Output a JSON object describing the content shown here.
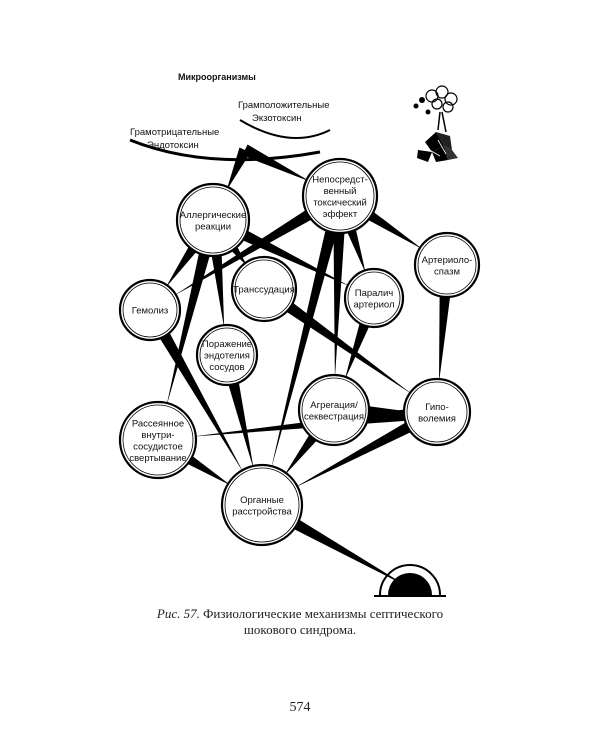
{
  "diagram": {
    "title": "Микроорганизмы",
    "source_labels": {
      "gram_positive": [
        "Грамположительные",
        "Экзотоксин"
      ],
      "gram_negative": [
        "Грамотрицательные",
        "Эндотоксин"
      ]
    },
    "nodes": [
      {
        "id": "direct",
        "lines": [
          "Непосредст-",
          "венный",
          "токсический",
          "эффект"
        ]
      },
      {
        "id": "allergic",
        "lines": [
          "Аллергические",
          "реакции"
        ]
      },
      {
        "id": "arteriolospasm",
        "lines": [
          "Артериоло-",
          "спазм"
        ]
      },
      {
        "id": "hemolysis",
        "lines": [
          "Гемолиз"
        ]
      },
      {
        "id": "transudation",
        "lines": [
          "Транссудация"
        ]
      },
      {
        "id": "paralysis",
        "lines": [
          "Паралич",
          "артериол"
        ]
      },
      {
        "id": "endothelium",
        "lines": [
          "Поражение",
          "эндотелия",
          "сосудов"
        ]
      },
      {
        "id": "aggregation",
        "lines": [
          "Агрегация/",
          "секвестрация"
        ]
      },
      {
        "id": "hypovolemia",
        "lines": [
          "Гипо-",
          "волемия"
        ]
      },
      {
        "id": "dic",
        "lines": [
          "Рассеянное",
          "внутри-",
          "сосудистое",
          "свертывание"
        ]
      },
      {
        "id": "organ",
        "lines": [
          "Органные",
          "расстройства"
        ]
      }
    ],
    "edges": [
      [
        "source",
        "direct"
      ],
      [
        "source",
        "allergic"
      ],
      [
        "source",
        "direct"
      ],
      [
        "allergic",
        "hemolysis"
      ],
      [
        "allergic",
        "transudation"
      ],
      [
        "allergic",
        "endothelium"
      ],
      [
        "allergic",
        "paralysis"
      ],
      [
        "allergic",
        "dic"
      ],
      [
        "direct",
        "arteriolospasm"
      ],
      [
        "direct",
        "organ"
      ],
      [
        "direct",
        "paralysis"
      ],
      [
        "direct",
        "aggregation"
      ],
      [
        "direct",
        "hemolysis"
      ],
      [
        "hemolysis",
        "organ"
      ],
      [
        "transudation",
        "hypovolemia"
      ],
      [
        "paralysis",
        "aggregation"
      ],
      [
        "arteriolospasm",
        "hypovolemia"
      ],
      [
        "endothelium",
        "organ"
      ],
      [
        "aggregation",
        "organ"
      ],
      [
        "aggregation",
        "hypovolemia"
      ],
      [
        "hypovolemia",
        "dic"
      ],
      [
        "hypovolemia",
        "organ"
      ],
      [
        "dic",
        "organ"
      ],
      [
        "organ",
        "outcome"
      ]
    ]
  },
  "caption": {
    "figure_label": "Рис. 57.",
    "text_line1": "Физиологические механизмы септического",
    "text_line2": "шокового синдрома."
  },
  "page_number": "574"
}
